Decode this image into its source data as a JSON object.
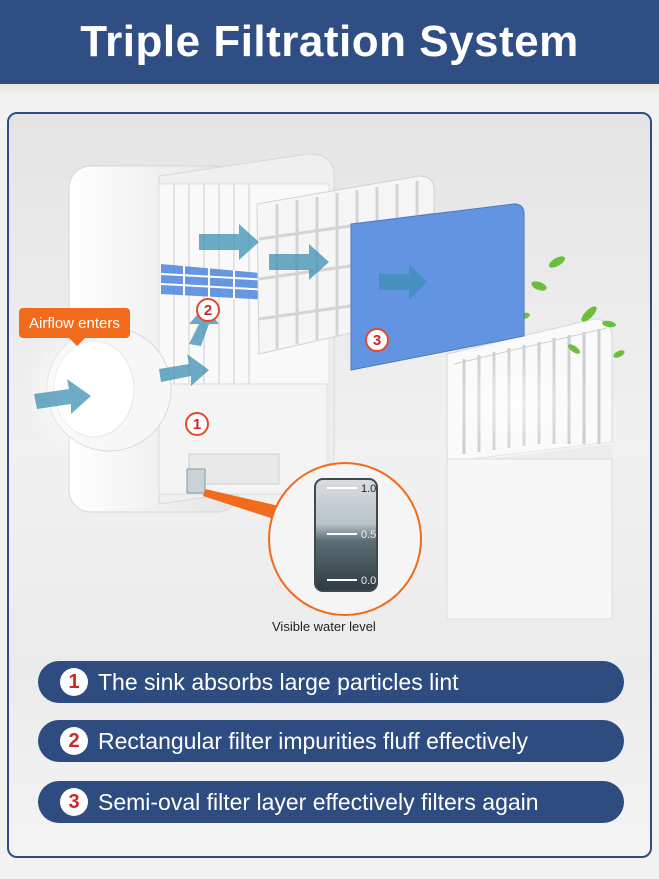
{
  "header": {
    "title": "Triple Filtration System"
  },
  "callouts": {
    "airflow_label": "Airflow enters",
    "water_level_label": "Visible water level",
    "markers": [
      "1",
      "2",
      "3"
    ]
  },
  "gauge": {
    "ticks": [
      "1.0",
      "0.5",
      "0.0"
    ]
  },
  "features": [
    {
      "num": "1",
      "text": "The sink absorbs large particles lint"
    },
    {
      "num": "2",
      "text": "Rectangular filter impurities fluff effectively"
    },
    {
      "num": "3",
      "text": "Semi-oval filter layer effectively filters again"
    }
  ],
  "colors": {
    "brand_blue": "#2f4f84",
    "accent_orange": "#f26b1d",
    "number_red": "#d0252b",
    "filter_blue": "#4d86de"
  }
}
